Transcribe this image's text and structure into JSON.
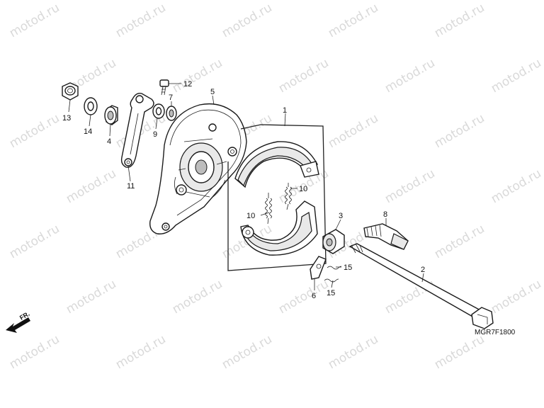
{
  "watermark": "motod.ru",
  "diagram_code": "MGR7F1800",
  "front_indicator": "FR.",
  "callouts": {
    "c1": "1",
    "c2": "2",
    "c3": "3",
    "c4": "4",
    "c5": "5",
    "c6": "6",
    "c7": "7",
    "c8": "8",
    "c9": "9",
    "c10a": "10",
    "c10b": "10",
    "c11": "11",
    "c12": "12",
    "c13": "13",
    "c14": "14",
    "c15a": "15",
    "c15b": "15"
  }
}
